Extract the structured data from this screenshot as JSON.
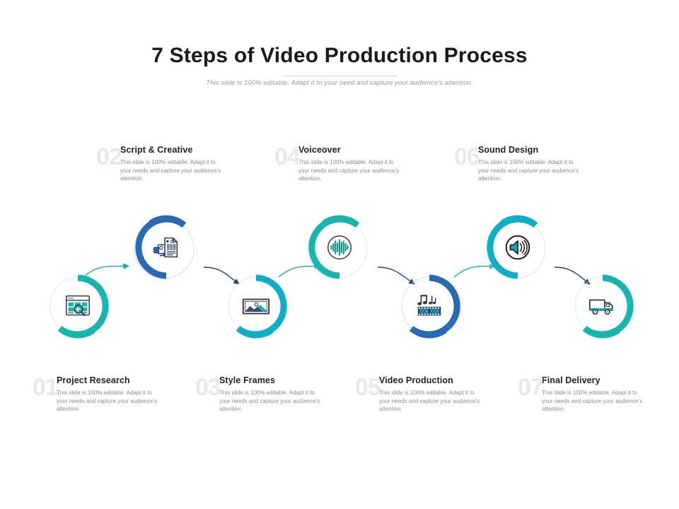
{
  "header": {
    "title": "7 Steps of Video Production Process",
    "subtitle": "This slide is 100% editable. Adapt it to your need and capture your audience's attention."
  },
  "colors": {
    "teal": "#18b5ad",
    "teal_light": "#17a9c9",
    "cyan": "#0eadc8",
    "blue": "#2a6ab5",
    "navy": "#1f4f91",
    "dark_navy": "#234a86",
    "number_gray": "#e9e9e9",
    "title_black": "#231f20",
    "body_gray": "#8d8d8d",
    "background": "#ffffff"
  },
  "steps": [
    {
      "number": "01",
      "title": "Project Research",
      "description": "This slide is 100% editable. Adapt it to your needs and capture your audience's attention.",
      "icon": "browser-search-icon",
      "position": "bottom",
      "color": "teal"
    },
    {
      "number": "02",
      "title": "Script & Creative",
      "description": "This slide is 100% editable. Adapt it to your needs and capture your audience's attention.",
      "icon": "script-document-monitor-icon",
      "position": "top",
      "color": "blue"
    },
    {
      "number": "03",
      "title": "Style Frames",
      "description": "This slide is 100% editable. Adapt it to your needs and capture your audience's attention.",
      "icon": "image-frame-icon",
      "position": "bottom",
      "color": "cyan"
    },
    {
      "number": "04",
      "title": "Voiceover",
      "description": "This slide is 100% editable. Adapt it to your needs and capture your audience's attention.",
      "icon": "sound-waveform-icon",
      "position": "top",
      "color": "teal"
    },
    {
      "number": "05",
      "title": "Video Production",
      "description": "This slide is 100% editable. Adapt it to your needs and capture your audience's attention.",
      "icon": "music-film-strip-icon",
      "position": "bottom",
      "color": "blue"
    },
    {
      "number": "06",
      "title": "Sound Design",
      "description": "This slide is 100% editable. Adapt it to your needs and capture your audience's attention.",
      "icon": "speaker-volume-icon",
      "position": "top",
      "color": "cyan"
    },
    {
      "number": "07",
      "title": "Final Delivery",
      "description": "This slide is 100% editable. Adapt it to your needs and capture your audience's attention.",
      "icon": "delivery-truck-icon",
      "position": "bottom",
      "color": "teal"
    }
  ]
}
